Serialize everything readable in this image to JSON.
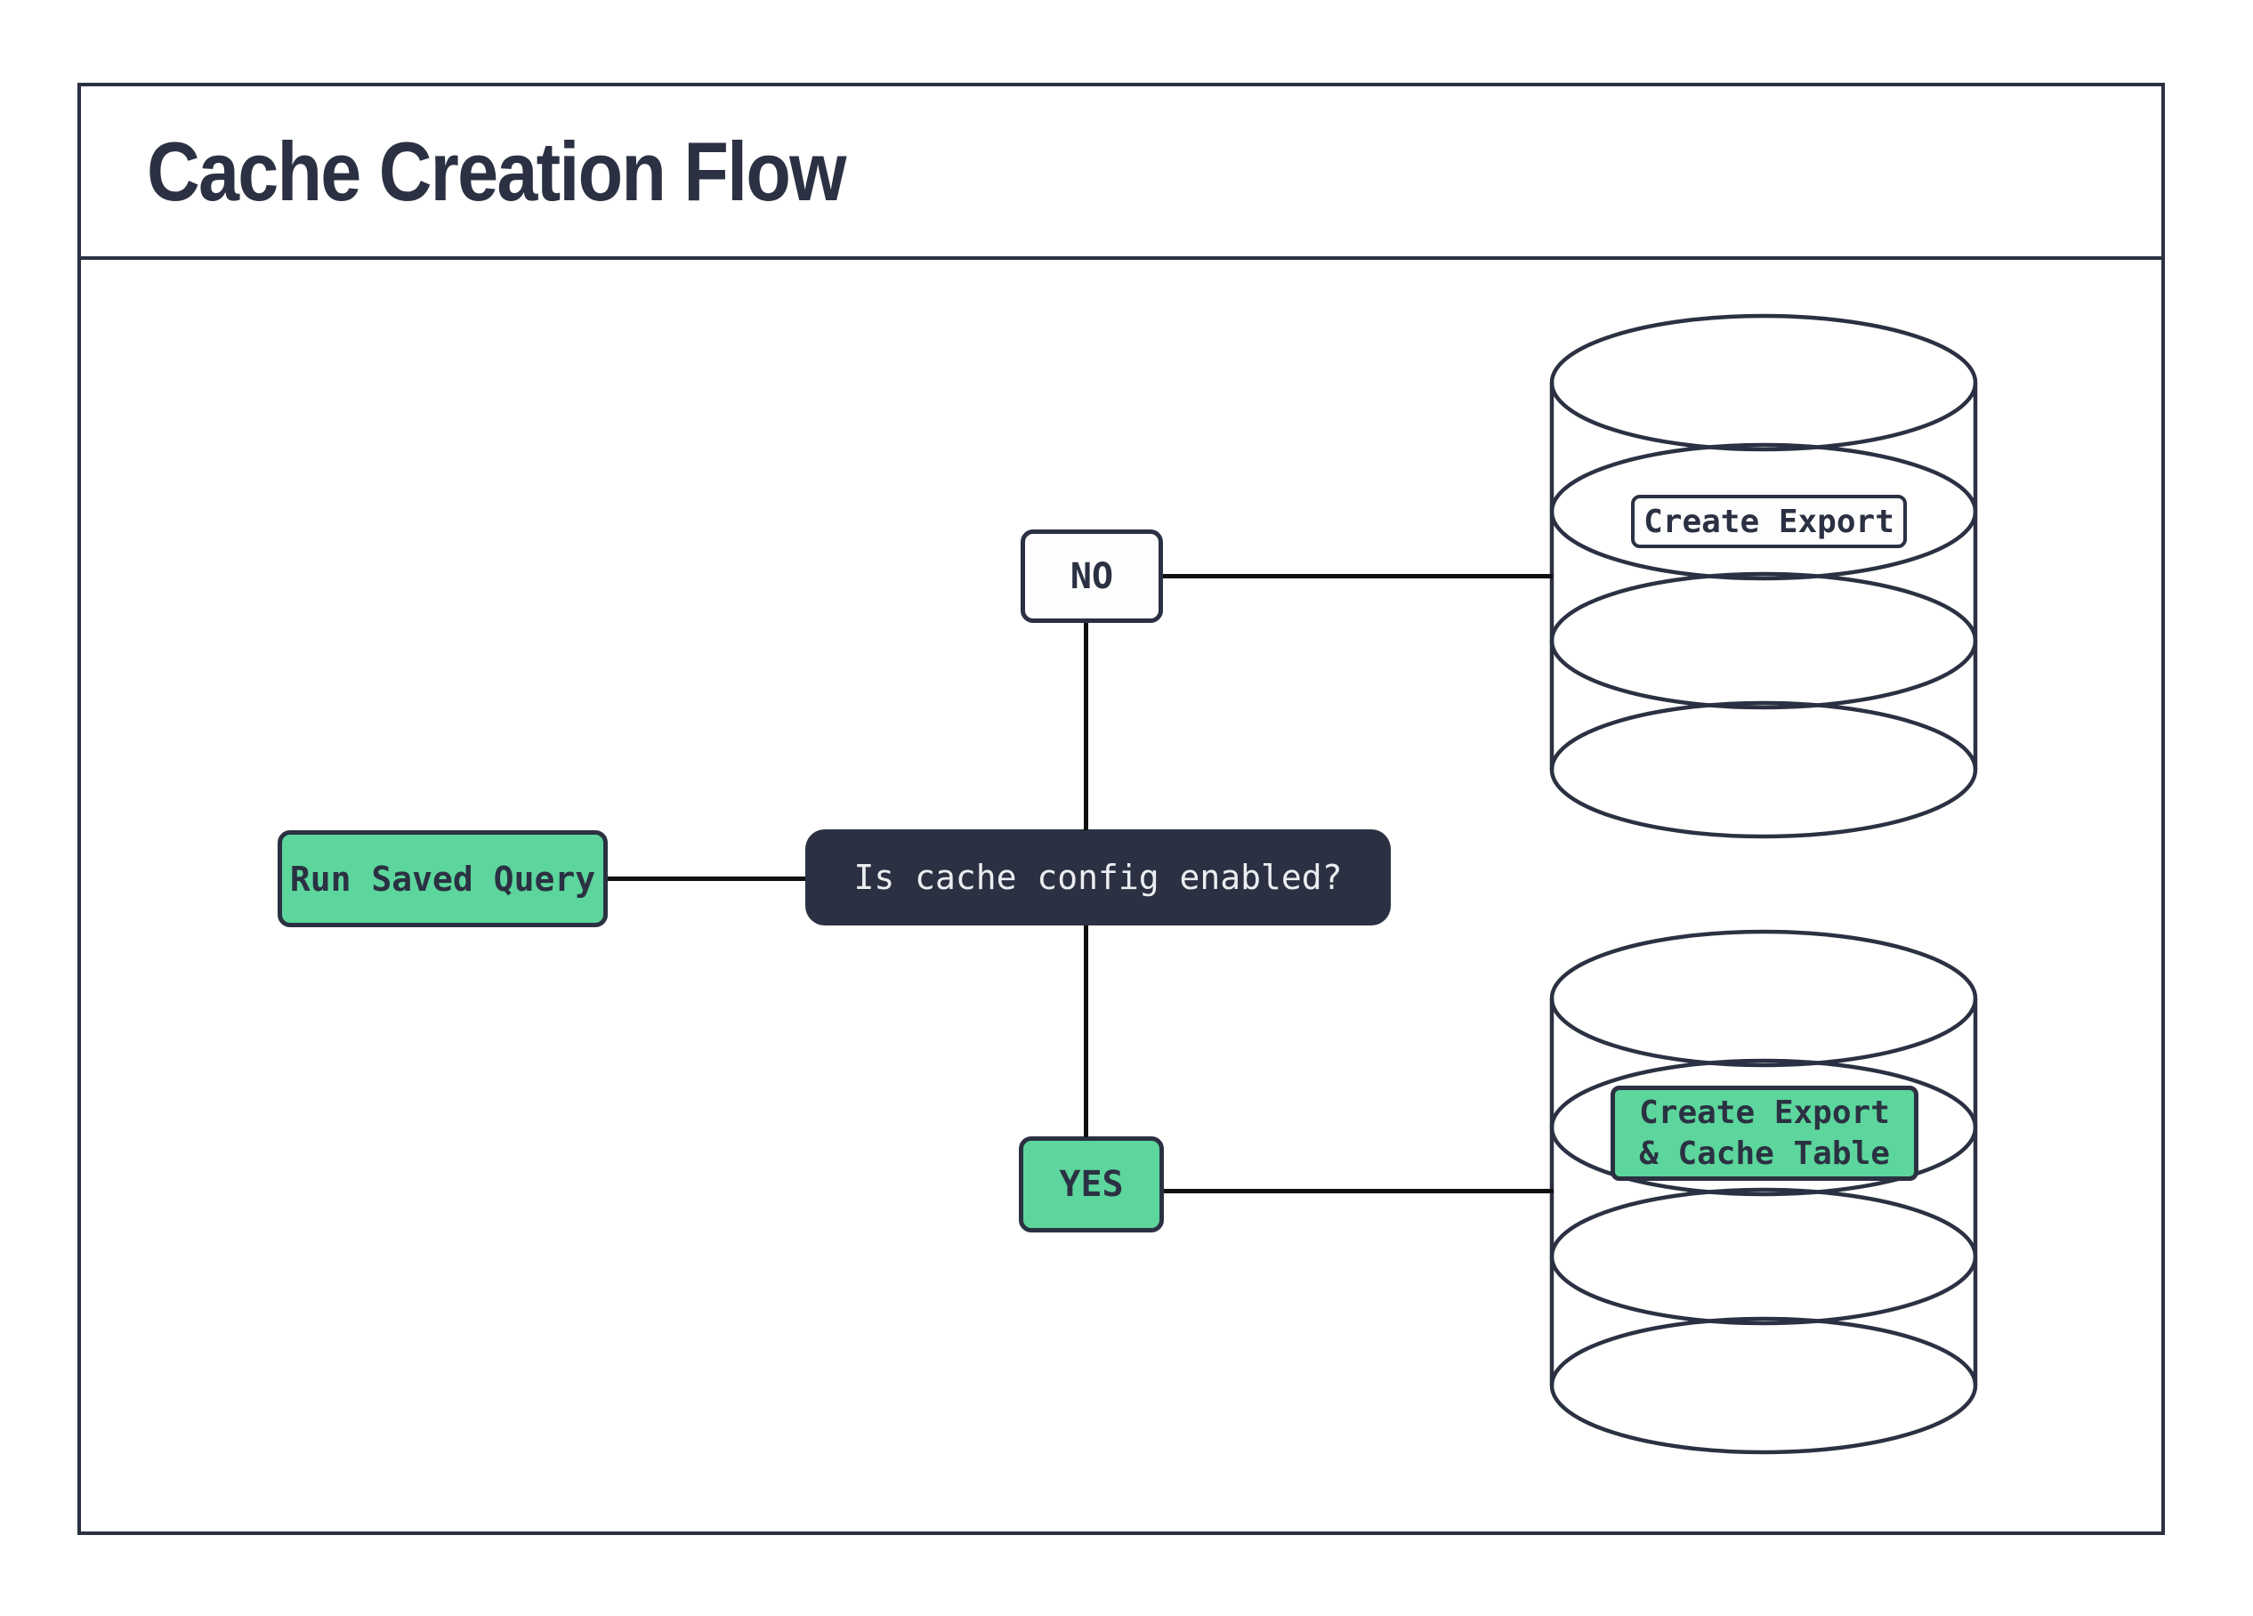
{
  "title": "Cache Creation Flow",
  "colors": {
    "ink": "#2b3142",
    "green": "#5cd69c",
    "connector": "#101010",
    "paper": "#ffffff",
    "light_text": "#ebedf0"
  },
  "flow": {
    "start": {
      "label": "Run Saved Query"
    },
    "decision": {
      "label": "Is cache config enabled?"
    },
    "branch_no": {
      "label": "NO"
    },
    "branch_yes": {
      "label": "YES"
    },
    "no_result": {
      "label": "Create Export"
    },
    "yes_result": {
      "line1": "Create Export",
      "line2": "& Cache Table"
    }
  }
}
